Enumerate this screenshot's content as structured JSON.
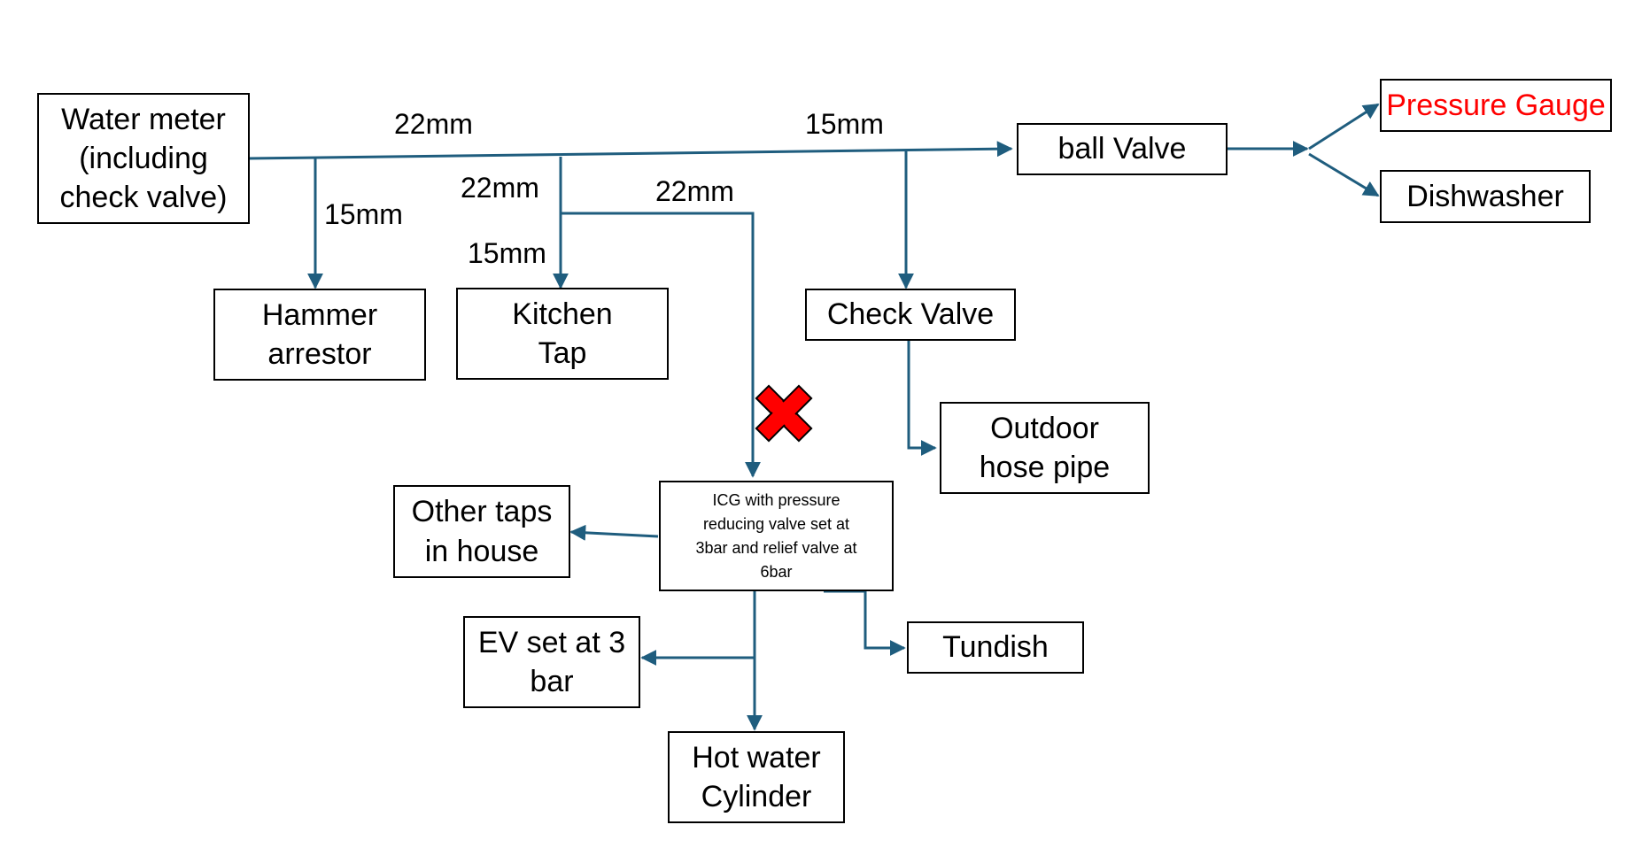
{
  "colors": {
    "pipe": "#1f5d7e",
    "box_border": "#000000",
    "text": "#000000",
    "highlight_text": "#ff0000",
    "blocked_mark": "#ff0000"
  },
  "nodes": {
    "water_meter": "Water meter\n(including\ncheck valve)",
    "ball_valve": "ball Valve",
    "pressure_gauge": "Pressure Gauge",
    "dishwasher": "Dishwasher",
    "hammer_arrestor": "Hammer\narrestor",
    "kitchen_tap": "Kitchen\nTap",
    "check_valve": "Check Valve",
    "outdoor_hose_pipe": "Outdoor\nhose pipe",
    "icg": "ICG with pressure\nreducing valve set at\n3bar and relief valve at\n6bar",
    "other_taps": "Other taps\nin house",
    "ev": "EV set at 3\nbar",
    "tundish": "Tundish",
    "hot_water_cylinder": "Hot water\nCylinder"
  },
  "pipe_sizes": {
    "main_left": "22mm",
    "main_right": "15mm",
    "hammer_branch": "15mm",
    "kitchen_branch_upper": "22mm",
    "kitchen_branch_lower": "15mm",
    "icg_branch": "22mm"
  },
  "blocked_mark_icon": "red-cross-icon"
}
